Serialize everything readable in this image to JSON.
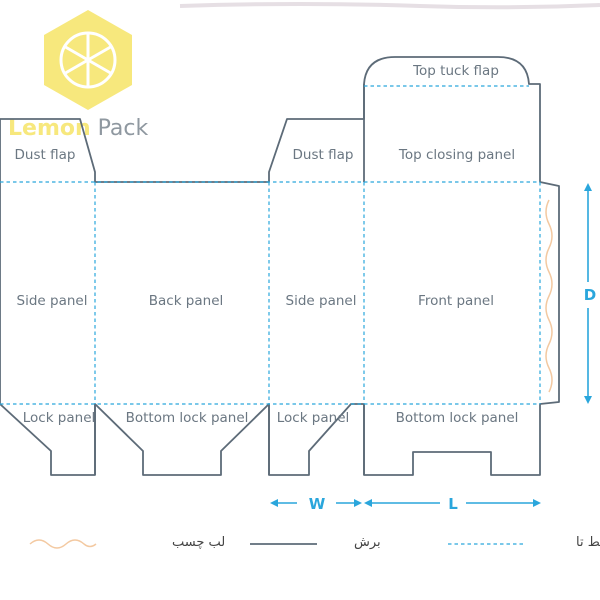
{
  "brand": {
    "part1": "Lemon",
    "part2": " Pack",
    "colors": {
      "lemon": "#f7e87d",
      "gray": "#8f98a0"
    }
  },
  "panels": {
    "dust_flap_left": "Dust flap",
    "dust_flap_right": "Dust flap",
    "top_tuck_flap": "Top tuck flap",
    "top_closing_panel": "Top closing panel",
    "side_panel_left": "Side panel",
    "back_panel": "Back panel",
    "side_panel_right": "Side panel",
    "front_panel": "Front panel",
    "lock_panel_left": "Lock panel",
    "bottom_lock_panel_back": "Bottom lock panel",
    "lock_panel_right": "Lock panel",
    "bottom_lock_panel_front": "Bottom lock panel"
  },
  "dimensions": {
    "width": "W",
    "length": "L",
    "depth": "D"
  },
  "legend": {
    "glue": "لب چسب",
    "cut": "برش",
    "fold": "خط تا"
  },
  "colors": {
    "cut_line": "#5d6b78",
    "fold_line": "#2aa6dc",
    "glue_line": "#f3c9a1"
  }
}
